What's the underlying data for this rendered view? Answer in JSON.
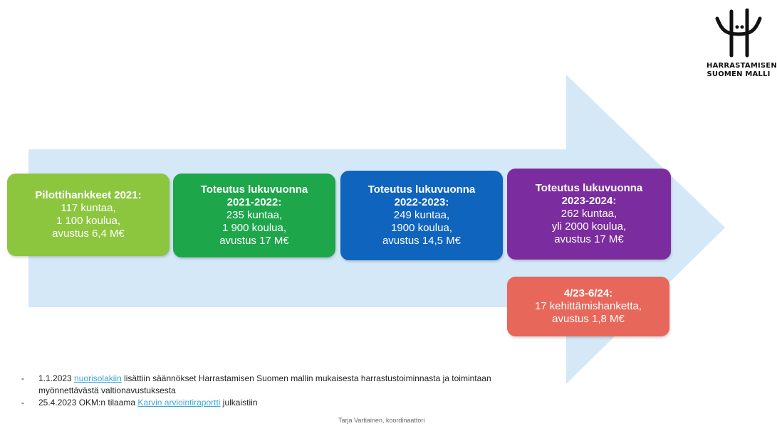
{
  "logo": {
    "line1": "HARRASTAMISEN",
    "line2": "SUOMEN MALLI"
  },
  "colors": {
    "arrow": "#d4e8f7",
    "green_light": "#8cc63f",
    "green": "#1ea64b",
    "blue": "#0f64bd",
    "purple": "#7b2c9e",
    "red": "#e8675b"
  },
  "boxes": [
    {
      "title": "Pilottihankkeet 2021:",
      "lines": [
        "117 kuntaa,",
        "1 100 koulua,",
        "avustus 6,4 M€"
      ]
    },
    {
      "title": "Toteutus lukuvuonna 2021-2022:",
      "lines": [
        "235 kuntaa,",
        "1 900 koulua,",
        "avustus 17 M€"
      ]
    },
    {
      "title": "Toteutus lukuvuonna 2022-2023:",
      "lines": [
        "249 kuntaa,",
        "1900 koulua,",
        "avustus 14,5 M€"
      ]
    },
    {
      "title": "Toteutus lukuvuonna 2023-2024:",
      "lines": [
        "262 kuntaa,",
        "yli 2000 koulua,",
        "avustus 17 M€"
      ]
    },
    {
      "title": "4/23-6/24:",
      "lines": [
        "17 kehittämishanketta,",
        "avustus 1,8 M€"
      ]
    }
  ],
  "notes": [
    {
      "dash": "-",
      "before": "1.1.2023 ",
      "link": "nuorisolakiin",
      "after": " lisättiin säännökset Harrastamisen Suomen mallin mukaisesta harrastustoiminnasta ja toimintaan myönnettävästä valtionavustuksesta"
    },
    {
      "dash": "-",
      "before": "25.4.2023 OKM:n tilaama ",
      "link": "Karvin arviointiraportti",
      "after": " julkaistiin"
    }
  ],
  "footer": "Tarja Vartiainen, koordinaattori"
}
